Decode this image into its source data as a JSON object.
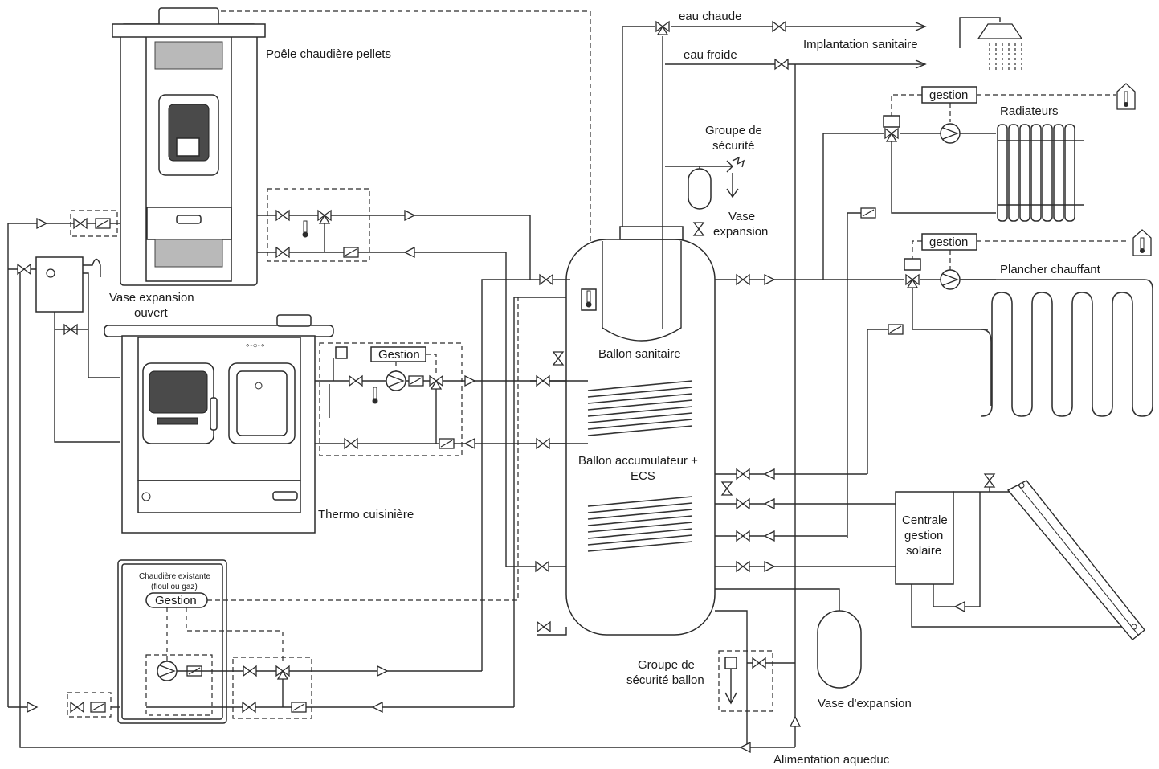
{
  "labels": {
    "pellet_stove": "Poêle chaudière pellets",
    "open_expansion_line1": "Vase expansion",
    "open_expansion_line2": "ouvert",
    "thermo_cooker": "Thermo cuisinière",
    "existing_boiler_line1": "Chaudière existante",
    "existing_boiler_line2": "(fioul ou gaz)",
    "gestion_boiler": "Gestion",
    "gestion_cooker": "Gestion",
    "gestion_radiators": "gestion",
    "gestion_floor": "gestion",
    "hot_water": "eau chaude",
    "cold_water": "eau froide",
    "sanitary_install": "Implantation sanitaire",
    "safety_group_line1": "Groupe de",
    "safety_group_line2": "sécurité",
    "expansion_vessel_line1": "Vase",
    "expansion_vessel_line2": "expansion",
    "radiators": "Radiateurs",
    "underfloor": "Plancher chauffant",
    "sanitary_tank": "Ballon sanitaire",
    "storage_tank_line1": "Ballon accumulateur +",
    "storage_tank_line2": "ECS",
    "solar_line1": "Centrale",
    "solar_line2": "gestion",
    "solar_line3": "solaire",
    "tank_safety_line1": "Groupe de",
    "tank_safety_line2": "sécurité ballon",
    "expansion_vessel_big": "Vase d'expansion",
    "water_supply": "Alimentation aqueduc"
  },
  "icons": [
    "valve-icon",
    "pump-icon",
    "check-valve-icon",
    "three-way-valve-icon",
    "thermometer-icon",
    "thermostat-icon",
    "shower-icon",
    "flow-arrow-icon",
    "safety-valve-icon"
  ]
}
